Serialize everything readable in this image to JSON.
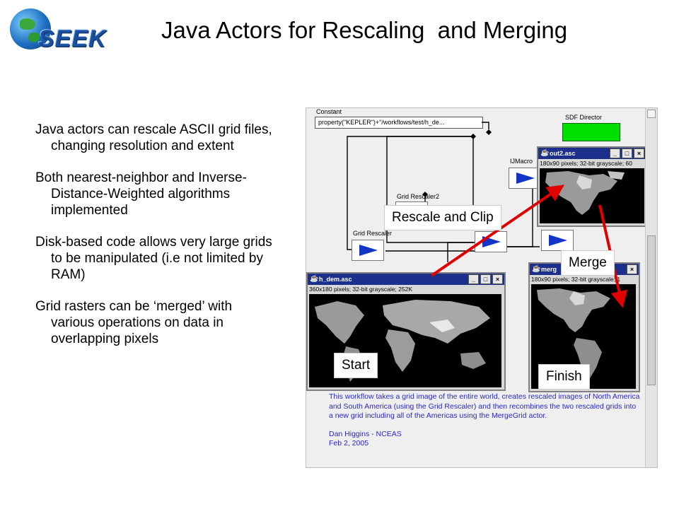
{
  "slide": {
    "logo_text": "SEEK",
    "title": "Java Actors for Rescaling  and Merging"
  },
  "bullets": [
    "Java actors can rescale ASCII grid files, changing resolution and extent",
    "Both nearest-neighbor and Inverse-Distance-Weighted algorithms implemented",
    "Disk-based code allows very large grids to be manipulated (i.e not limited by RAM)",
    "Grid rasters can be ‘merged’ with various operations on data in overlapping pixels"
  ],
  "workflow": {
    "constant_label": "Constant",
    "constant_value": "property(\"KEPLER\")+\"/workflows/test/h_de...",
    "director_label": "SDF Director",
    "actors": {
      "grid_rescaler": "Grid Rescaler",
      "grid_rescaler2": "Grid Rescaler2",
      "ijmacro_top": "IJMacro",
      "ijmacro_mid": "IJMacro",
      "mergegrid": ""
    },
    "windows": {
      "out2": {
        "title": "out2.asc",
        "info": "180x90 pixels; 32-bit grayscale; 60"
      },
      "h_dem": {
        "title": "h_dem.asc",
        "info": "360x180 pixels; 32-bit grayscale; 252K"
      },
      "merge": {
        "title": "merg",
        "info": "180x90 pixels; 32-bit grayscale; 1"
      }
    },
    "window_buttons": {
      "minimize": "_",
      "maximize": "□",
      "close": "×"
    },
    "notes": "This workflow takes a grid image of the entire world, creates rescaled images of North America and South America (using the Grid Rescaler) and then recombines the two rescaled grids into a new grid including all of the Americas using the MergeGrid actor.",
    "author": "Dan Higgins - NCEAS",
    "date": "Feb 2, 2005"
  },
  "callouts": {
    "rescale_clip": "Rescale and Clip",
    "merge": "Merge",
    "start": "Start",
    "finish": "Finish"
  },
  "colors": {
    "title_bar": "#1c2f8a",
    "director": "#00e000",
    "actor_triangle": "#1436c8",
    "arrow": "#e00000",
    "notes_text": "#2828c8"
  }
}
